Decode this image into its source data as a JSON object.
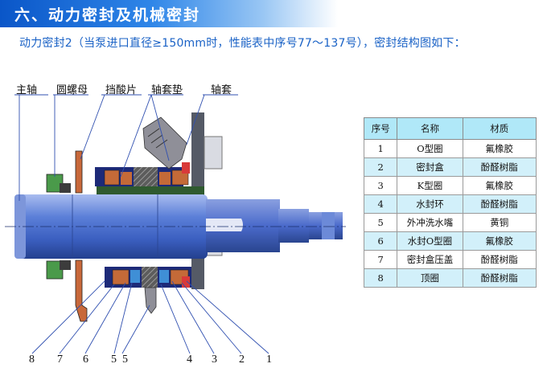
{
  "header": {
    "title": "六、动力密封及机械密封",
    "subtitle": "动力密封2（当泵进口直径≥150mm时，性能表中序号77～137号），密封结构图如下："
  },
  "diagram": {
    "callouts": {
      "shaft": "主轴",
      "round_nut": "圆螺母",
      "acid_plate": "挡酸片",
      "sleeve_pad": "轴套垫",
      "sleeve": "轴套"
    },
    "numbers": [
      "8",
      "7",
      "6",
      "5",
      "5",
      "4",
      "3",
      "2",
      "1"
    ]
  },
  "parts_table": {
    "headers": [
      "序号",
      "名称",
      "材质"
    ],
    "rows": [
      [
        "1",
        "O型圈",
        "氟橡胶"
      ],
      [
        "2",
        "密封盒",
        "酚醛树脂"
      ],
      [
        "3",
        "K型圈",
        "氟橡胶"
      ],
      [
        "4",
        "水封环",
        "酚醛树脂"
      ],
      [
        "5",
        "外冲洗水嘴",
        "黄铜"
      ],
      [
        "6",
        "水封O型圈",
        "氟橡胶"
      ],
      [
        "7",
        "密封盒压盖",
        "酚醛树脂"
      ],
      [
        "8",
        "顶圈",
        "酚醛树脂"
      ]
    ]
  },
  "colors": {
    "banner": "#0a56c8",
    "subtitle": "#1a62c6",
    "shaft": "#4a6fd0",
    "sleeve": "#3a6a3a",
    "seal_box": "#c06a3a",
    "table_header": "#b0e8f8",
    "table_stripe": "#d2f0fa"
  }
}
